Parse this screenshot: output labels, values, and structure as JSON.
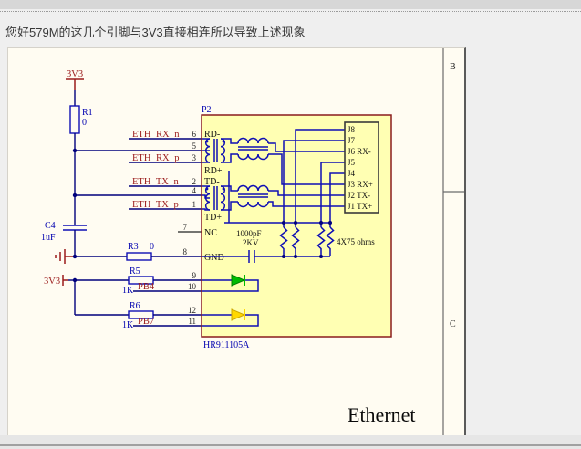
{
  "header": {
    "note": "您好579M的这几个引脚与3V3直接相连所以导致上述现象"
  },
  "colors": {
    "wire": "#00007d",
    "internal": "#0f0fb4",
    "partfill": "#ffffb3",
    "partborder": "#8a1c1c",
    "netlabel": "#9b1b1b",
    "designator": "#0202b0",
    "pinname": "#111111",
    "pinnum": "#262626",
    "ledgreen": "#00bb00",
    "ledgreendark": "#007d00",
    "ledyellow": "#ffd800",
    "ledyellowdark": "#caa500",
    "sheetbg": "#fffcf2",
    "pagebg": "#efefef"
  },
  "sheet": {
    "title": "Ethernet",
    "zone_b": "B",
    "zone_c": "C"
  },
  "power": {
    "v33_top": "3V3",
    "v33_left": "3V3"
  },
  "parts": {
    "r1": {
      "ref": "R1",
      "value": "0"
    },
    "c4": {
      "ref": "C4",
      "value": "1uF"
    },
    "r3": {
      "ref": "R3",
      "value": "0"
    },
    "r5": {
      "ref": "R5",
      "value": "1K"
    },
    "r6": {
      "ref": "R6",
      "value": "1K"
    },
    "p2": {
      "ref": "P2",
      "part_number": "HR911105A"
    }
  },
  "net_labels": {
    "eth_rx_n": "ETH RX n",
    "eth_rx_p": "ETH RX p",
    "eth_tx_n": "ETH TX n",
    "eth_tx_p": "ETH TX p",
    "pb4": "PB4",
    "pb7": "PB7"
  },
  "pin_numbers": {
    "p6": "6",
    "p5": "5",
    "p3": "3",
    "p2": "2",
    "p4": "4",
    "p1": "1",
    "p7": "7",
    "p8": "8",
    "p9": "9",
    "p10": "10",
    "p12": "12",
    "p11": "11"
  },
  "pin_names": {
    "rd_m": "RD-",
    "rd_p": "RD+",
    "td_m": "TD-",
    "td_p": "TD+",
    "nc": "NC",
    "gnd": "GND"
  },
  "jack_pins": [
    "J8",
    "J7",
    "J6 RX-",
    "J5",
    "J4",
    "J3 RX+",
    "J2 TX-",
    "J1 TX+"
  ],
  "annotations": {
    "cap_value": "1000pF",
    "cap_rating": "2KV",
    "resistors": "4X75 ohms"
  }
}
